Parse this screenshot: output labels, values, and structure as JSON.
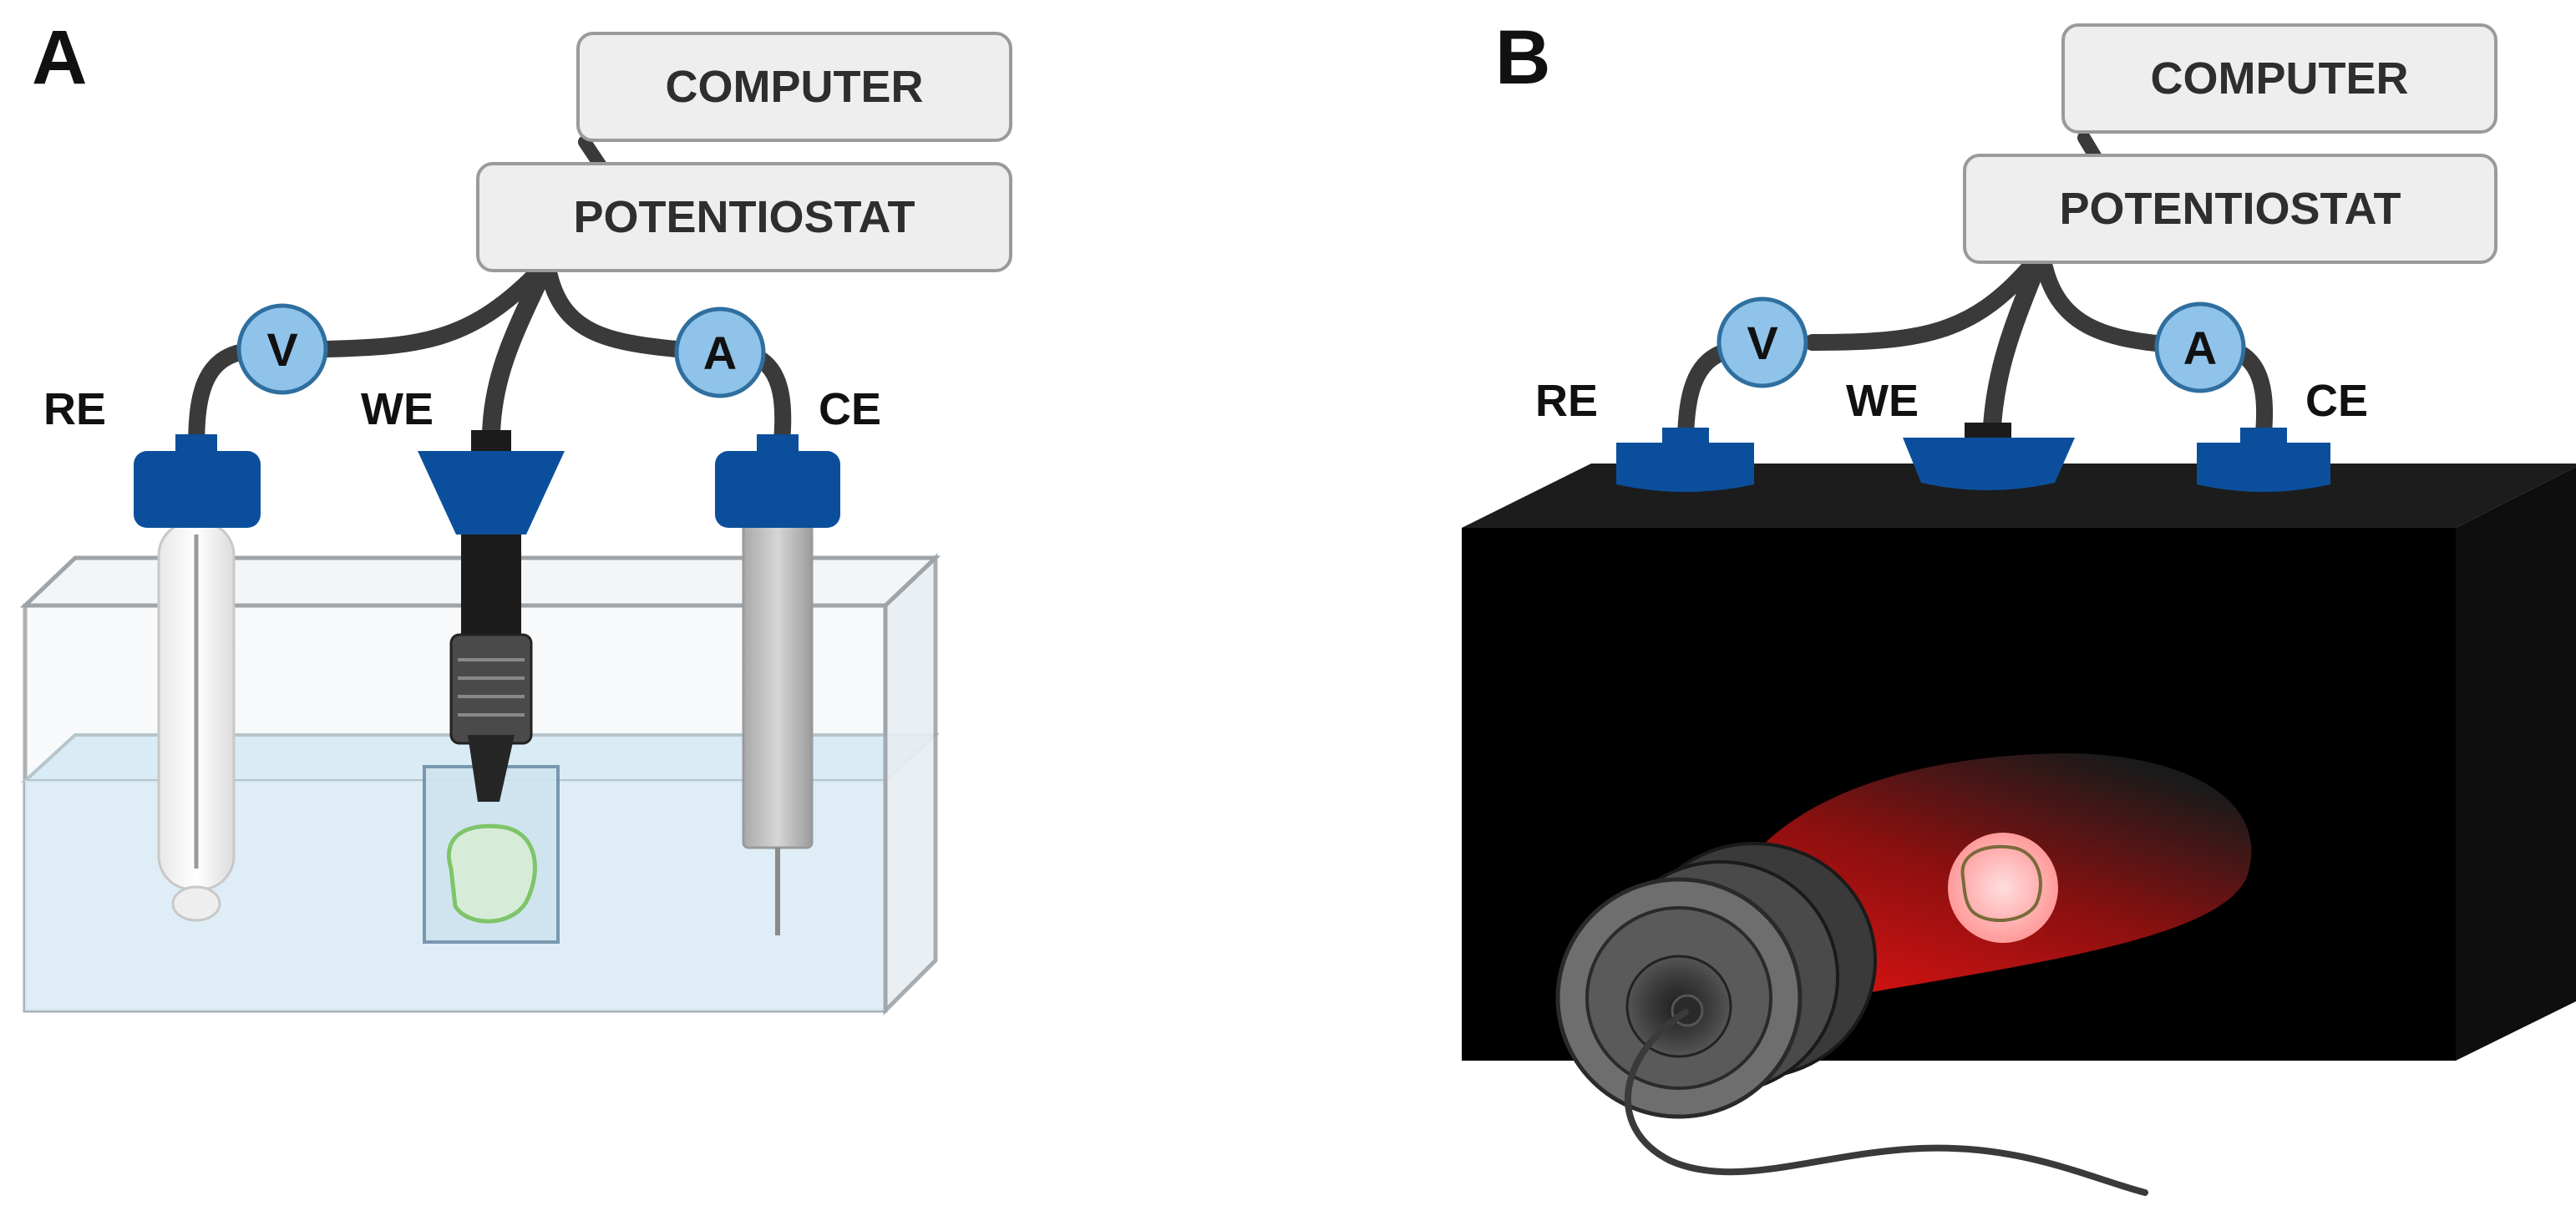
{
  "panels": [
    {
      "id": "A",
      "letter": "A",
      "computer_label": "COMPUTER",
      "potentiostat_label": "POTENTIOSTAT",
      "voltmeter_symbol": "V",
      "ammeter_symbol": "A",
      "reference_electrode_label": "RE",
      "working_electrode_label": "WE",
      "counter_electrode_label": "CE"
    },
    {
      "id": "B",
      "letter": "B",
      "computer_label": "COMPUTER",
      "potentiostat_label": "POTENTIOSTAT",
      "voltmeter_symbol": "V",
      "ammeter_symbol": "A",
      "reference_electrode_label": "RE",
      "working_electrode_label": "WE",
      "counter_electrode_label": "CE"
    }
  ],
  "colors": {
    "box_fill": "#eeeeee",
    "box_stroke": "#9a9a9a",
    "cable": "#3a3a3a",
    "meter_fill": "#8fc3ea",
    "meter_stroke": "#2f6f9f",
    "electrode_cap": "#0b4f9c",
    "electrolyte": "#dcecf5",
    "dark_box": "#000000",
    "light_beam": "#e01c1c",
    "sample_outline": "#7fc46a"
  }
}
